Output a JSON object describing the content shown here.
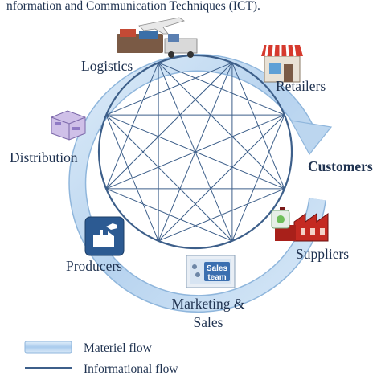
{
  "header": {
    "caption": "nformation and Communication Techniques (ICT)."
  },
  "nodes": {
    "logistics": "Logistics",
    "retailers": "Retailers",
    "customers": "Customers",
    "suppliers": "Suppliers",
    "marketing_line1": "Marketing &",
    "marketing_line2": "Sales",
    "producers": "Producers",
    "distribution": "Distribution"
  },
  "sales_badge": {
    "line1": "Sales",
    "line2": "team"
  },
  "legend": {
    "materiel_flow": "Materiel flow",
    "informational_flow": "Informational flow"
  },
  "colors": {
    "ring_fill": "#b9d4ee",
    "ring_edge": "#8fb6dc",
    "info_line": "#3d5f8a",
    "text": "#1f3250"
  },
  "icons": {
    "logistics": "transport-icon",
    "retailers": "store-icon",
    "suppliers": "factory-icon",
    "marketing": "sales-team-icon",
    "producers": "producer-factory-icon",
    "distribution": "distribution-machine-icon"
  }
}
